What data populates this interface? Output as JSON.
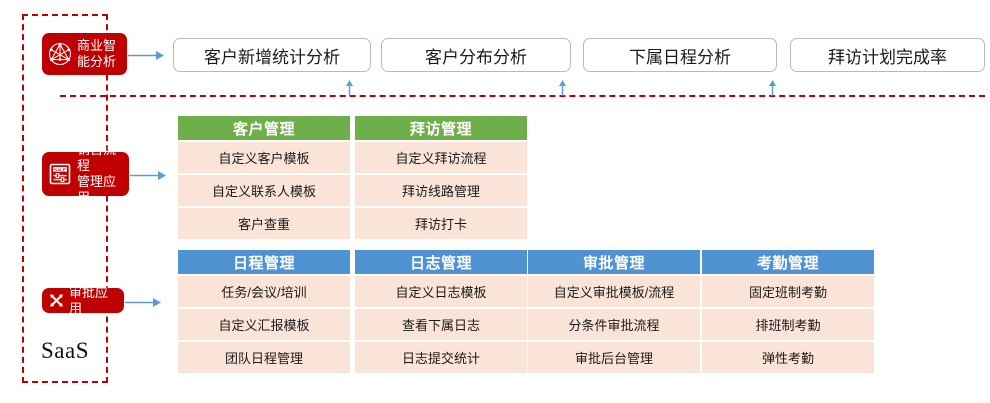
{
  "saas": {
    "label": "SaaS",
    "accent_red": "#c00000",
    "green": "#6EAF4B",
    "blue": "#5093D3",
    "item_bg": "#FAE4D8"
  },
  "badges": [
    {
      "id": "bi",
      "label": "商业智\n能分析",
      "icon": "network-graph-icon"
    },
    {
      "id": "sales",
      "label": "销售流程\n管理应用",
      "icon": "sale-tag-icon"
    },
    {
      "id": "approval",
      "label": "审批应用",
      "icon": "cross-arrows-icon"
    }
  ],
  "top_buttons": [
    {
      "label": "客户新增统计分析"
    },
    {
      "label": "客户分布分析"
    },
    {
      "label": "下属日程分析"
    },
    {
      "label": "拜访计划完成率"
    }
  ],
  "green_columns": [
    {
      "title": "客户管理",
      "items": [
        "自定义客户模板",
        "自定义联系人模板",
        "客户查重"
      ]
    },
    {
      "title": "拜访管理",
      "items": [
        "自定义拜访流程",
        "拜访线路管理",
        "拜访打卡"
      ]
    }
  ],
  "blue_columns": [
    {
      "title": "日程管理",
      "items": [
        "任务/会议/培训",
        "自定义汇报模板",
        "团队日程管理"
      ]
    },
    {
      "title": "日志管理",
      "items": [
        "自定义日志模板",
        "查看下属日志",
        "日志提交统计"
      ]
    },
    {
      "title": "审批管理",
      "items": [
        "自定义审批模板/流程",
        "分条件审批流程",
        "审批后台管理"
      ]
    },
    {
      "title": "考勤管理",
      "items": [
        "固定班制考勤",
        "排班制考勤",
        "弹性考勤"
      ]
    }
  ]
}
